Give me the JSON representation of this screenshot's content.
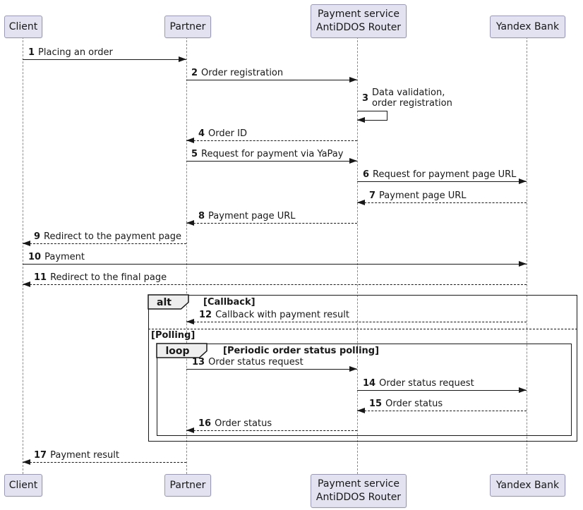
{
  "diagram_type": "uml-sequence-diagram",
  "participants": {
    "client": "Client",
    "partner": "Partner",
    "router": "Payment service\nAntiDDOS Router",
    "bank": "Yandex Bank"
  },
  "messages": [
    {
      "num": "1",
      "label": "Placing an order",
      "from": "Client",
      "to": "Partner",
      "line": "solid"
    },
    {
      "num": "2",
      "label": "Order registration",
      "from": "Partner",
      "to": "Payment service AntiDDOS Router",
      "line": "solid"
    },
    {
      "num": "3",
      "label": "Data validation,\norder registration",
      "from": "Payment service AntiDDOS Router",
      "to": "Payment service AntiDDOS Router",
      "line": "solid-self"
    },
    {
      "num": "4",
      "label": "Order ID",
      "from": "Payment service AntiDDOS Router",
      "to": "Partner",
      "line": "dashed"
    },
    {
      "num": "5",
      "label": "Request for payment via YaPay",
      "from": "Partner",
      "to": "Payment service AntiDDOS Router",
      "line": "solid"
    },
    {
      "num": "6",
      "label": "Request for payment page URL",
      "from": "Payment service AntiDDOS Router",
      "to": "Yandex Bank",
      "line": "solid"
    },
    {
      "num": "7",
      "label": "Payment page URL",
      "from": "Yandex Bank",
      "to": "Payment service AntiDDOS Router",
      "line": "dashed"
    },
    {
      "num": "8",
      "label": "Payment page URL",
      "from": "Payment service AntiDDOS Router",
      "to": "Partner",
      "line": "dashed"
    },
    {
      "num": "9",
      "label": "Redirect to the payment page",
      "from": "Partner",
      "to": "Client",
      "line": "dashed"
    },
    {
      "num": "10",
      "label": "Payment",
      "from": "Client",
      "to": "Yandex Bank",
      "line": "solid"
    },
    {
      "num": "11",
      "label": "Redirect to the final page",
      "from": "Yandex Bank",
      "to": "Client",
      "line": "dashed"
    },
    {
      "num": "12",
      "label": "Callback with payment result",
      "from": "Yandex Bank",
      "to": "Partner",
      "line": "dashed"
    },
    {
      "num": "13",
      "label": "Order status request",
      "from": "Partner",
      "to": "Payment service AntiDDOS Router",
      "line": "solid"
    },
    {
      "num": "14",
      "label": "Order status request",
      "from": "Payment service AntiDDOS Router",
      "to": "Yandex Bank",
      "line": "solid"
    },
    {
      "num": "15",
      "label": "Order status",
      "from": "Yandex Bank",
      "to": "Payment service AntiDDOS Router",
      "line": "dashed"
    },
    {
      "num": "16",
      "label": "Order status",
      "from": "Payment service AntiDDOS Router",
      "to": "Partner",
      "line": "dashed"
    },
    {
      "num": "17",
      "label": "Payment result",
      "from": "Partner",
      "to": "Client",
      "line": "dashed"
    }
  ],
  "frames": {
    "alt": {
      "keyword": "alt",
      "condition": "[Callback]"
    },
    "divider": {
      "label": "[Polling]"
    },
    "loop": {
      "keyword": "loop",
      "condition": "[Periodic order status polling]"
    }
  },
  "colors": {
    "background": "#FFFFFF",
    "participant_fill": "#E2E2F0",
    "participant_border": "#9A9AB5",
    "lifeline": "#8A8A8A",
    "message_line": "#181818",
    "frame_border": "#181818",
    "frame_tab_fill": "#EEEEEE",
    "text": "#181818"
  }
}
